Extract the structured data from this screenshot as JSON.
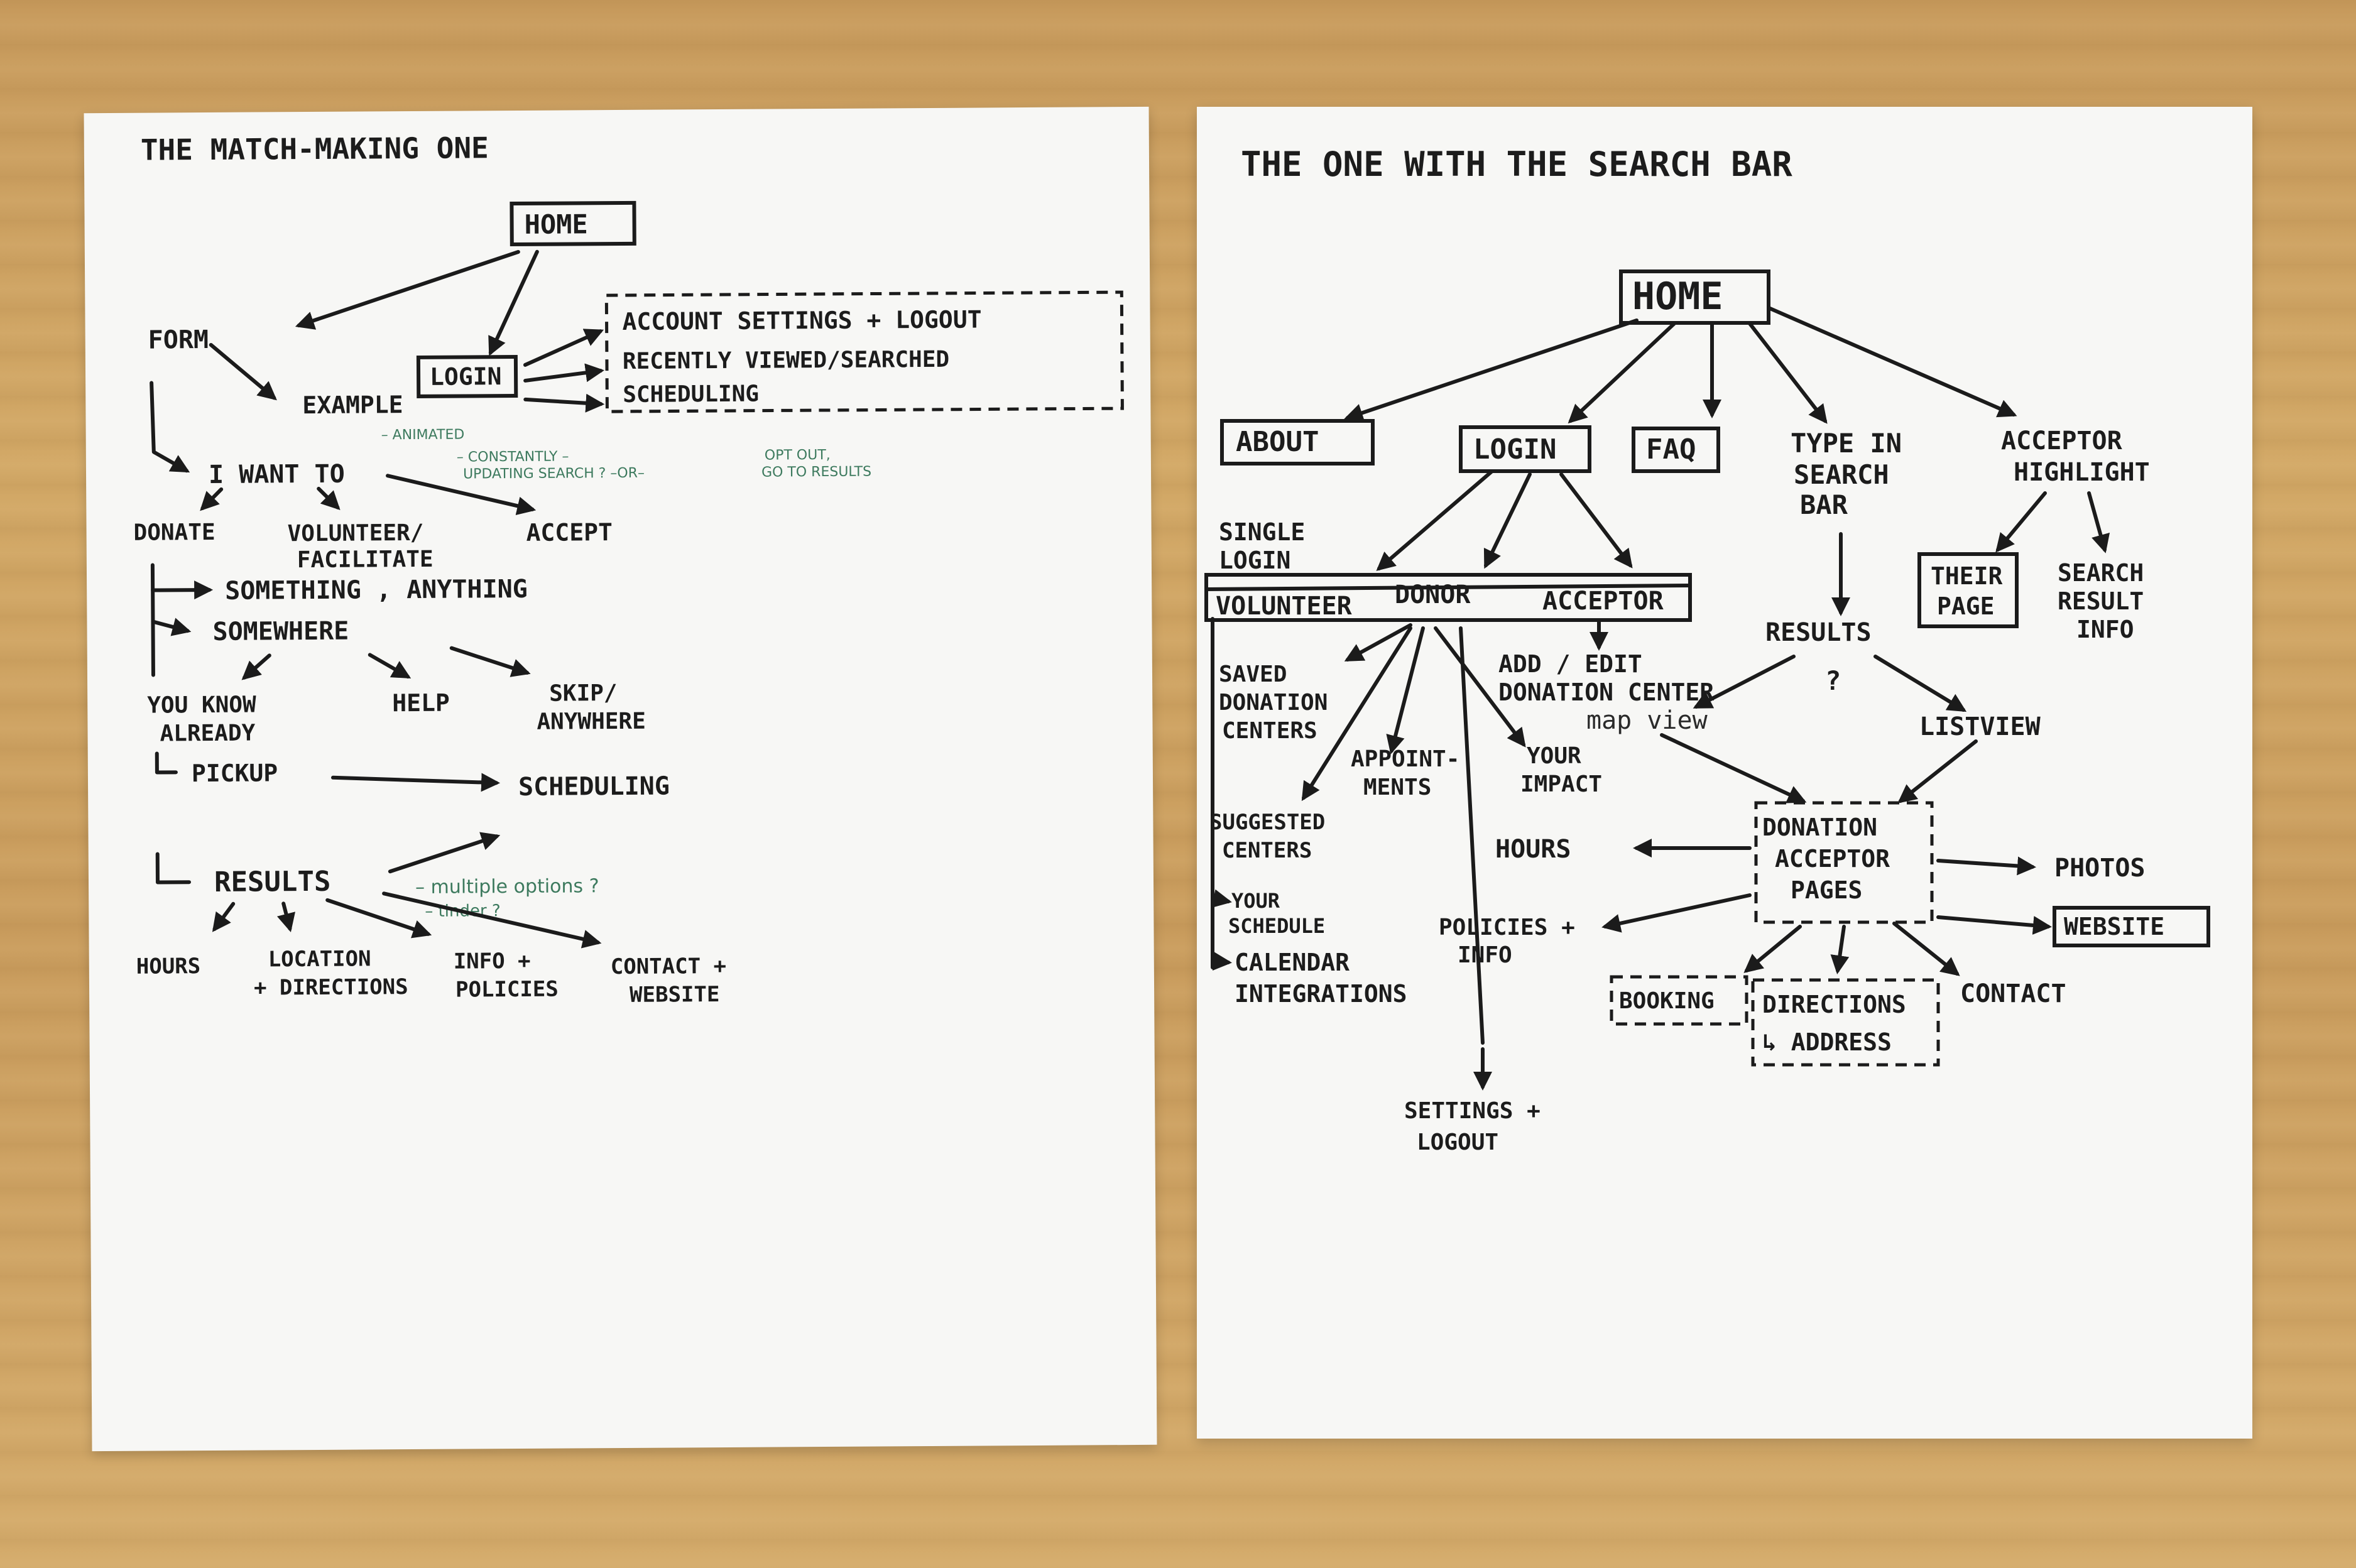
{
  "left": {
    "title": "THE MATCH-MAKING ONE",
    "home": "HOME",
    "form": "FORM",
    "example": "EXAMPLE",
    "login": "LOGIN",
    "account_settings": "ACCOUNT SETTINGS + LOGOUT",
    "recently_viewed": "RECENTLY VIEWED/SEARCHED",
    "scheduling_top": "SCHEDULING",
    "i_want_to": "I WANT TO",
    "note_animated": "– ANIMATED",
    "note_constantly": "– CONSTANTLY –",
    "note_updating": "UPDATING SEARCH ? –OR–",
    "note_opt_out": "OPT OUT,",
    "note_go_results": "GO TO RESULTS",
    "donate": "DONATE",
    "volunteer": "VOLUNTEER/",
    "facilitate": "FACILITATE",
    "accept": "ACCEPT",
    "something": "SOMETHING , ANYTHING",
    "somewhere": "SOMEWHERE",
    "you_know": "YOU KNOW",
    "already": "ALREADY",
    "help": "HELP",
    "skip": "SKIP/",
    "anywhere": "ANYWHERE",
    "pickup": "PICKUP",
    "scheduling": "SCHEDULING",
    "results": "RESULTS",
    "note_multiple": "– multiple options ?",
    "note_tinder": "– tinder ?",
    "hours": "HOURS",
    "location": "LOCATION",
    "directions": "+ DIRECTIONS",
    "info": "INFO +",
    "policies": "POLICIES",
    "contact": "CONTACT +",
    "website": "WEBSITE"
  },
  "right": {
    "title": "THE ONE WITH THE SEARCH  BAR",
    "home": "HOME",
    "about": "ABOUT",
    "login": "LOGIN",
    "faq": "FAQ",
    "type_in": "TYPE IN",
    "search": "SEARCH",
    "bar": "BAR",
    "acceptor_hl1": "ACCEPTOR",
    "acceptor_hl2": "HIGHLIGHT",
    "their": "THEIR",
    "page": "PAGE",
    "search_result1": "SEARCH",
    "search_result2": "RESULT",
    "search_result3": "INFO",
    "single": "SINGLE",
    "single_login": "LOGIN",
    "volunteer": "VOLUNTEER",
    "donor": "DONOR",
    "acceptor": "ACCEPTOR",
    "results": "RESULTS",
    "question": "?",
    "saved1": "SAVED",
    "saved2": "DONATION",
    "saved3": "CENTERS",
    "add_edit1": "ADD / EDIT",
    "add_edit2": "DONATION CENTER",
    "map_view": "map view",
    "listview": "LISTVIEW",
    "appoint1": "APPOINT-",
    "appoint2": "MENTS",
    "your_impact1": "YOUR",
    "your_impact2": "IMPACT",
    "suggested1": "SUGGESTED",
    "suggested2": "CENTERS",
    "hours": "HOURS",
    "dap1": "DONATION",
    "dap2": "ACCEPTOR",
    "dap3": "PAGES",
    "photos": "PHOTOS",
    "your_schedule1": "YOUR",
    "your_schedule2": "SCHEDULE",
    "policies1": "POLICIES +",
    "policies2": "INFO",
    "website": "WEBSITE",
    "calendar1": "CALENDAR",
    "calendar2": "INTEGRATIONS",
    "booking": "BOOKING",
    "directions": "DIRECTIONS",
    "address": "↳ ADDRESS",
    "contact": "CONTACT",
    "settings1": "SETTINGS +",
    "settings2": "LOGOUT"
  }
}
